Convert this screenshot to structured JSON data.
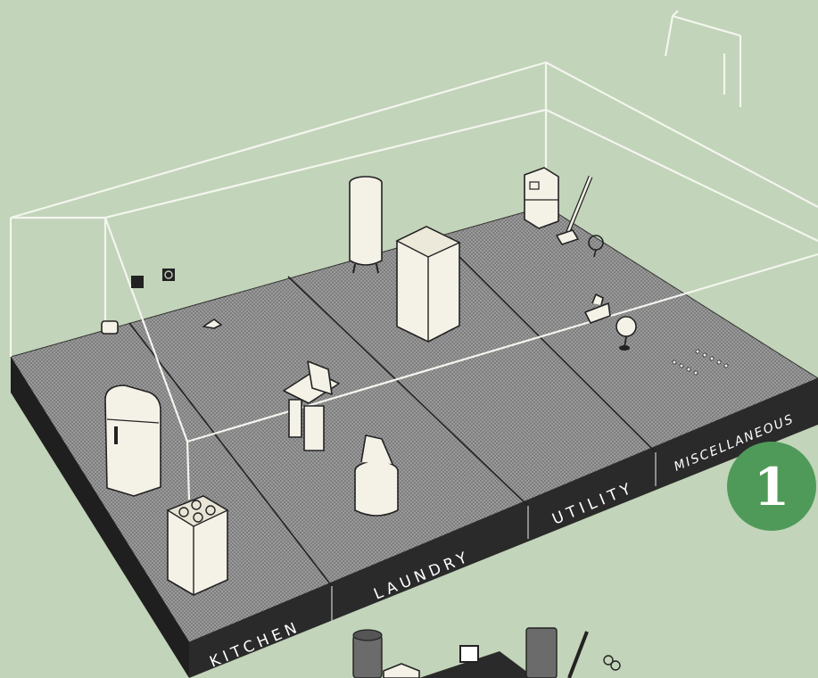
{
  "labels": {
    "kitchen": "KITCHEN",
    "laundry": "LAUNDRY",
    "utility": "UTILITY",
    "miscellaneous": "MISCELLANEOUS"
  },
  "badge": {
    "number": "1"
  },
  "colors": {
    "background": "#c2d4b9",
    "floor": "#8a8a8a",
    "floor_front": "#2a2a2a",
    "badge": "#4f9a58",
    "house_outline": "#f3f6ee"
  },
  "icons": [
    "stove",
    "refrigerator",
    "water-heater",
    "freezer",
    "washer",
    "ironer",
    "vacuum-cleaner",
    "fan",
    "sewing-machine",
    "radio",
    "toaster",
    "iron",
    "outlet"
  ]
}
